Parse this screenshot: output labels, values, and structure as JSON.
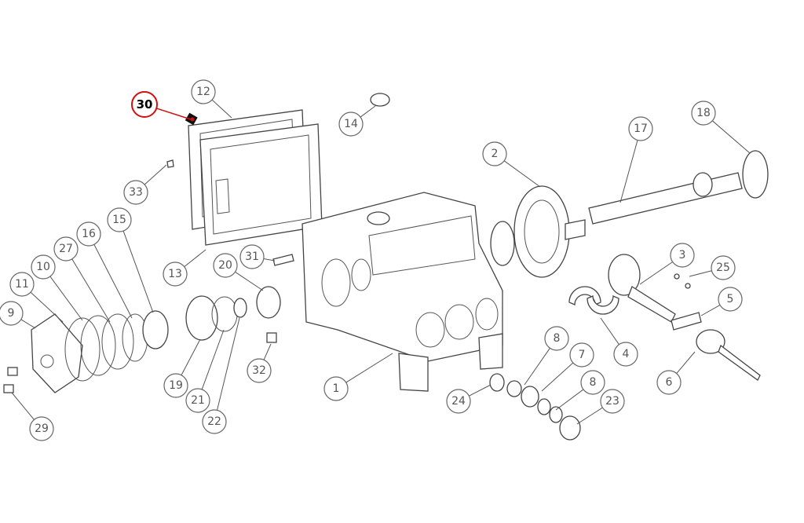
{
  "diagram": {
    "highlight_color": "#d01010",
    "highlighted_callout": "30",
    "callouts": [
      "30",
      "12",
      "14",
      "33",
      "15",
      "16",
      "27",
      "10",
      "11",
      "9",
      "13",
      "20",
      "31",
      "19",
      "21",
      "22",
      "32",
      "29",
      "1",
      "2",
      "17",
      "18",
      "3",
      "25",
      "5",
      "4",
      "6",
      "8",
      "7",
      "8",
      "23",
      "24"
    ]
  }
}
